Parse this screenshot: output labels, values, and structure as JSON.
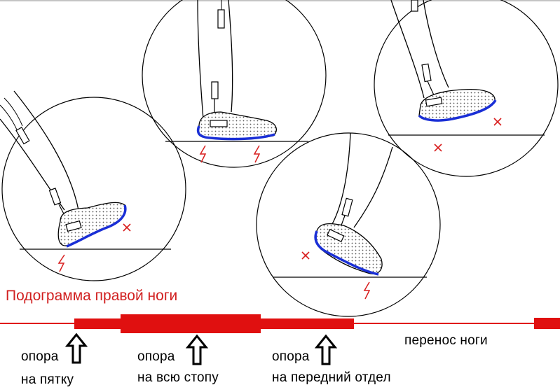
{
  "title": "Подограмма правой ноги",
  "phases": [
    {
      "line1": "опора",
      "line2": "на пятку"
    },
    {
      "line1": "опора",
      "line2": "на всю стопу"
    },
    {
      "line1": "опора",
      "line2": "на передний отдел"
    },
    {
      "line1": "перенос ноги",
      "line2": ""
    }
  ],
  "colors": {
    "accent": "#e01010",
    "sole_contact": "#1a2fd6",
    "marker": "#d81e1e",
    "line": "#000000"
  },
  "icons": [
    "lightning-icon",
    "cross-icon",
    "up-arrow-icon",
    "sensor-icon"
  ]
}
